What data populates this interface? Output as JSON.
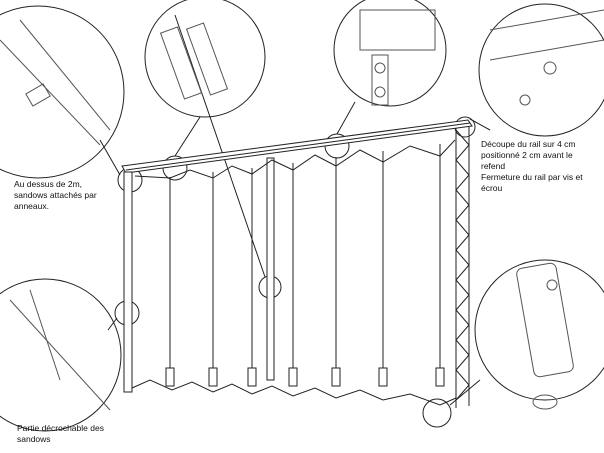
{
  "annotations": {
    "top_left": [
      "Au dessus de 2m,",
      "sandows attachés par",
      "anneaux."
    ],
    "right": [
      "Découpe du rail sur 4 cm",
      "positionné 2 cm avant le",
      "refend",
      "Fermeture du rail par vis et",
      "écrou"
    ],
    "bottom_left": [
      "Partie décrochable des",
      "sandows"
    ]
  },
  "colors": {
    "line": "#222222",
    "background": "#ffffff"
  }
}
